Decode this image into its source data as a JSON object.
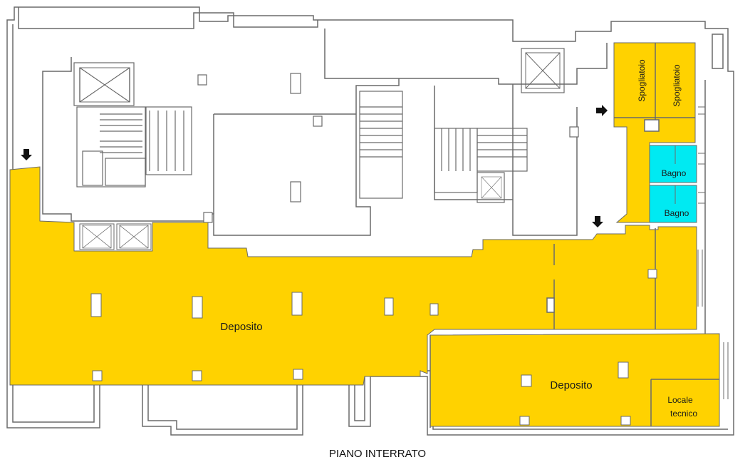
{
  "colors": {
    "storage": "#FFD200",
    "bathroom": "#00EAF2",
    "walls": "#6a6a6a",
    "background": "#ffffff"
  },
  "rooms": [
    {
      "label": "Deposito",
      "type": "storage"
    },
    {
      "label": "Deposito",
      "type": "storage"
    },
    {
      "label": "Spogliatoio",
      "type": "storage"
    },
    {
      "label": "Spogliatoio",
      "type": "storage"
    },
    {
      "label": "Bagno",
      "type": "bathroom"
    },
    {
      "label": "Bagno",
      "type": "bathroom"
    },
    {
      "label_line1": "Locale",
      "label_line2": "tecnico",
      "type": "storage"
    }
  ],
  "icons": [
    "arrow-down-icon",
    "arrow-right-icon",
    "arrow-down-icon",
    "elevator-shaft-icon",
    "staircase-icon"
  ],
  "caption": "PIANO INTERRATO"
}
